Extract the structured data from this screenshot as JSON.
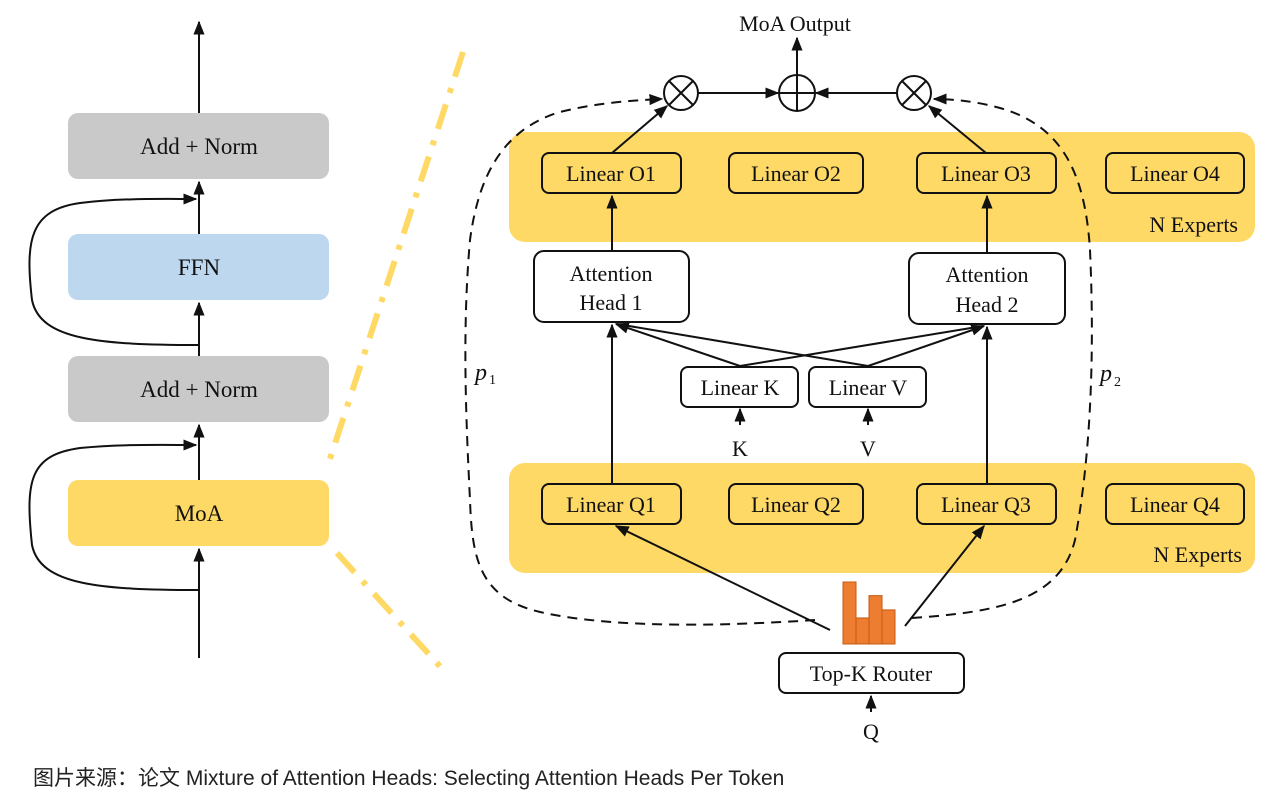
{
  "colors": {
    "gray_block": "#c9c9c9",
    "ffn_block": "#bdd7ee",
    "moa_yellow": "#ffd966",
    "router_bars": "#ed7d31",
    "divider": "#ffd966",
    "stroke": "#111111"
  },
  "left_stack": {
    "blocks": [
      {
        "label": "Add + Norm",
        "kind": "norm"
      },
      {
        "label": "FFN",
        "kind": "ffn"
      },
      {
        "label": "Add + Norm",
        "kind": "norm"
      },
      {
        "label": "MoA",
        "kind": "moa"
      }
    ]
  },
  "moa": {
    "output_label": "MoA Output",
    "ops": {
      "multiply": "⊗",
      "sum": "⊕"
    },
    "output_experts": {
      "label": "N Experts",
      "items": [
        "Linear O1",
        "Linear O2",
        "Linear O3",
        "Linear O4"
      ]
    },
    "heads": [
      {
        "line1": "Attention",
        "line2": "Head 1"
      },
      {
        "line1": "Attention",
        "line2": "Head 2"
      }
    ],
    "kv": [
      {
        "label": "Linear K",
        "input": "K"
      },
      {
        "label": "Linear V",
        "input": "V"
      }
    ],
    "query_experts": {
      "label": "N Experts",
      "items": [
        "Linear Q1",
        "Linear Q2",
        "Linear Q3",
        "Linear Q4"
      ]
    },
    "gates": [
      {
        "symbol": "p",
        "sub": "1"
      },
      {
        "symbol": "p",
        "sub": "2"
      }
    ],
    "router": {
      "label": "Top-K Router",
      "input": "Q",
      "scores": [
        1.0,
        0.42,
        0.78,
        0.55
      ]
    }
  },
  "caption": "图片来源：论文 Mixture of Attention Heads: Selecting Attention Heads Per Token"
}
